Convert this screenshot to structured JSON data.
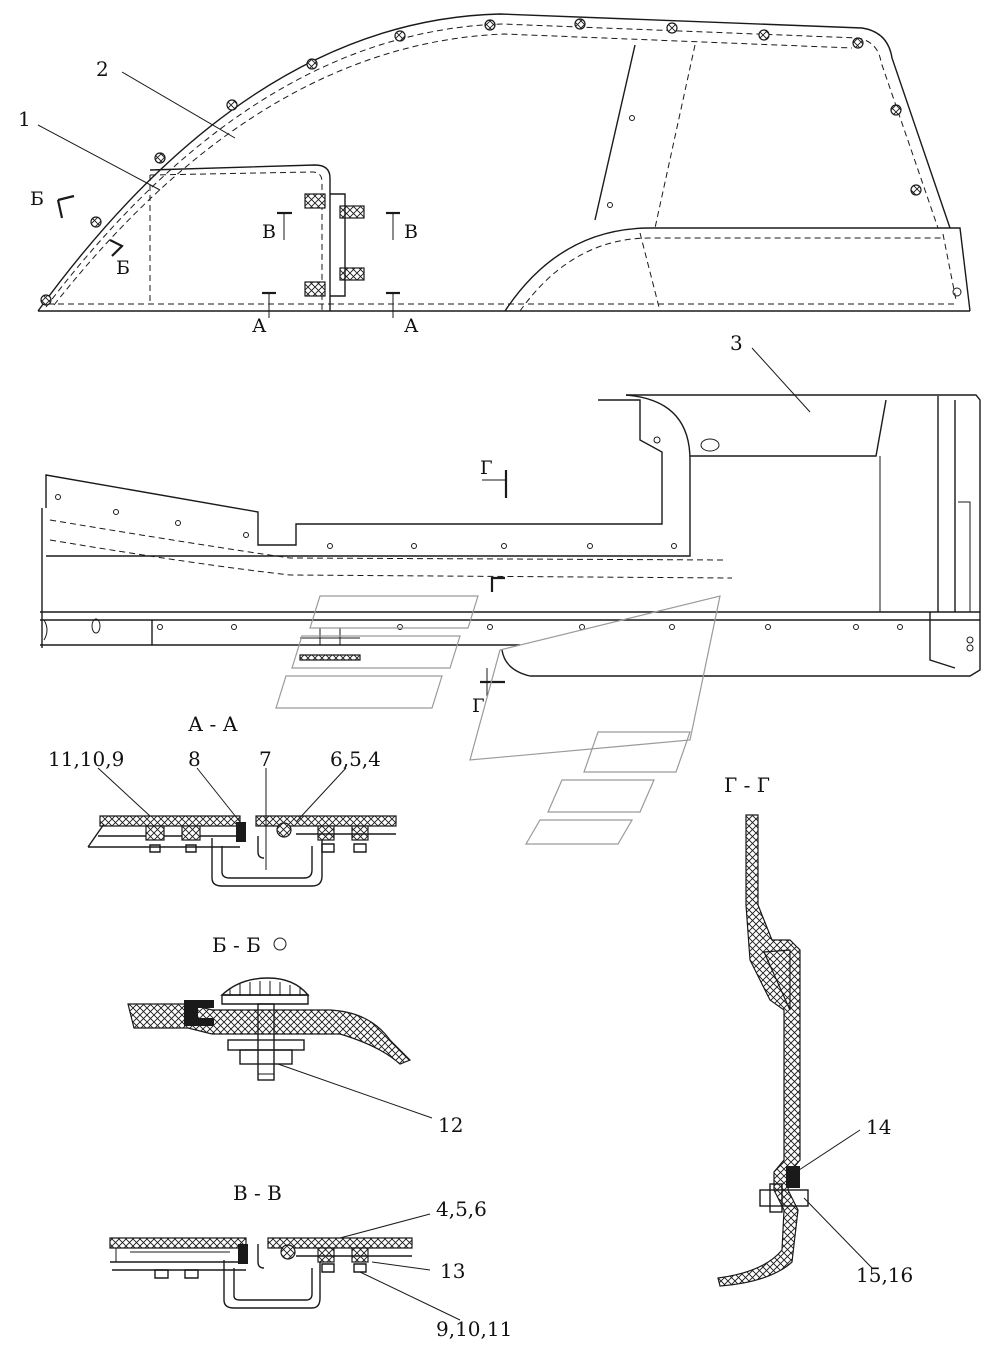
{
  "labels": {
    "part1": "1",
    "part2": "2",
    "part3": "3",
    "p11_10_9": "11,10,9",
    "p8": "8",
    "p7": "7",
    "p6_5_4": "6,5,4",
    "p12": "12",
    "p4_5_6": "4,5,6",
    "p13": "13",
    "p9_10_11": "9,10,11",
    "p14": "14",
    "p15_16": "15,16"
  },
  "section_marks": {
    "b": "Б",
    "v": "В",
    "a": "А",
    "g": "Г"
  },
  "section_titles": {
    "aa": "А - А",
    "bb": "Б - Б",
    "vv": "В - В",
    "gg": "Г - Г"
  }
}
